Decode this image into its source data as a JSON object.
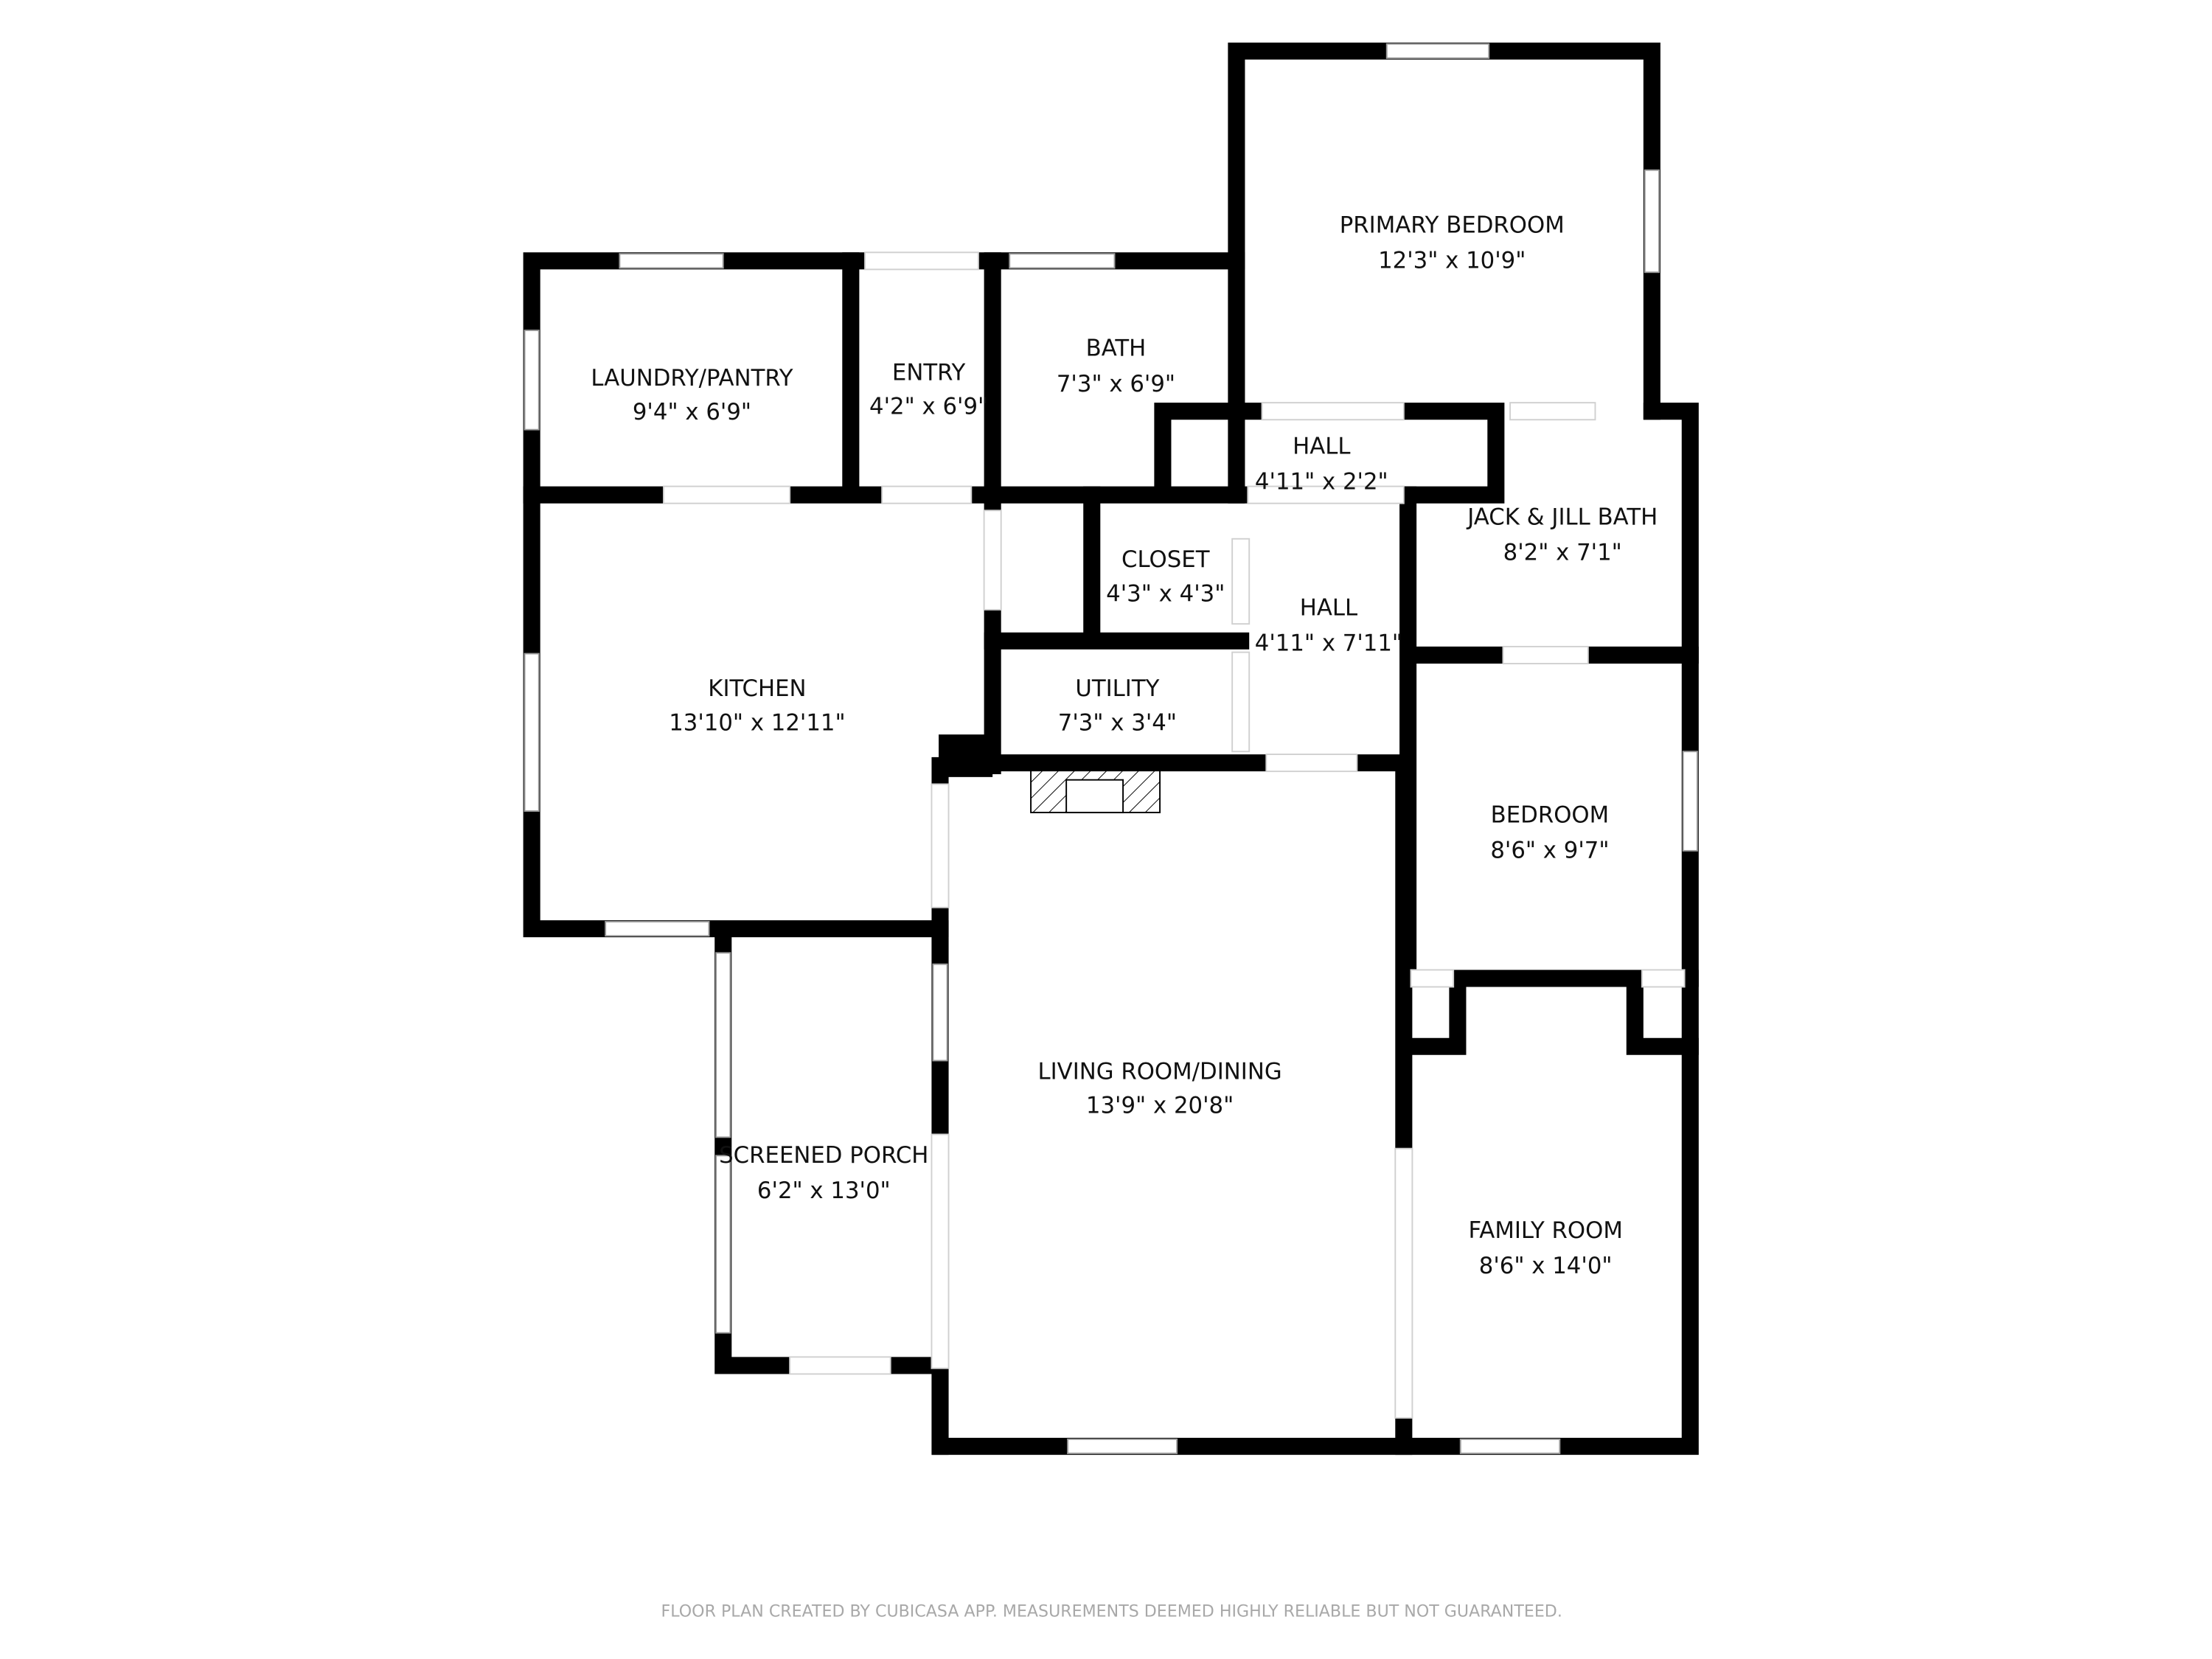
{
  "rooms": [
    {
      "name": "PRIMARY BEDROOM",
      "dims": "12'3\" x 10'9\""
    },
    {
      "name": "LAUNDRY/PANTRY",
      "dims": "9'4\" x 6'9\""
    },
    {
      "name": "ENTRY",
      "dims": "4'2\" x 6'9\""
    },
    {
      "name": "BATH",
      "dims": "7'3\" x 6'9\""
    },
    {
      "name": "HALL",
      "dims": "4'11\" x 2'2\""
    },
    {
      "name": "JACK & JILL BATH",
      "dims": "8'2\" x 7'1\""
    },
    {
      "name": "CLOSET",
      "dims": "4'3\" x 4'3\""
    },
    {
      "name": "HALL",
      "dims": "4'11\" x 7'11\""
    },
    {
      "name": "KITCHEN",
      "dims": "13'10\" x 12'11\""
    },
    {
      "name": "UTILITY",
      "dims": "7'3\" x 3'4\""
    },
    {
      "name": "BEDROOM",
      "dims": "8'6\" x 9'7\""
    },
    {
      "name": "LIVING ROOM/DINING",
      "dims": "13'9\" x 20'8\""
    },
    {
      "name": "SCREENED PORCH",
      "dims": "6'2\" x 13'0\""
    },
    {
      "name": "FAMILY ROOM",
      "dims": "8'6\" x 14'0\""
    }
  ],
  "footer": "FLOOR PLAN CREATED BY CUBICASA APP. MEASUREMENTS DEEMED HIGHLY RELIABLE BUT NOT GUARANTEED."
}
